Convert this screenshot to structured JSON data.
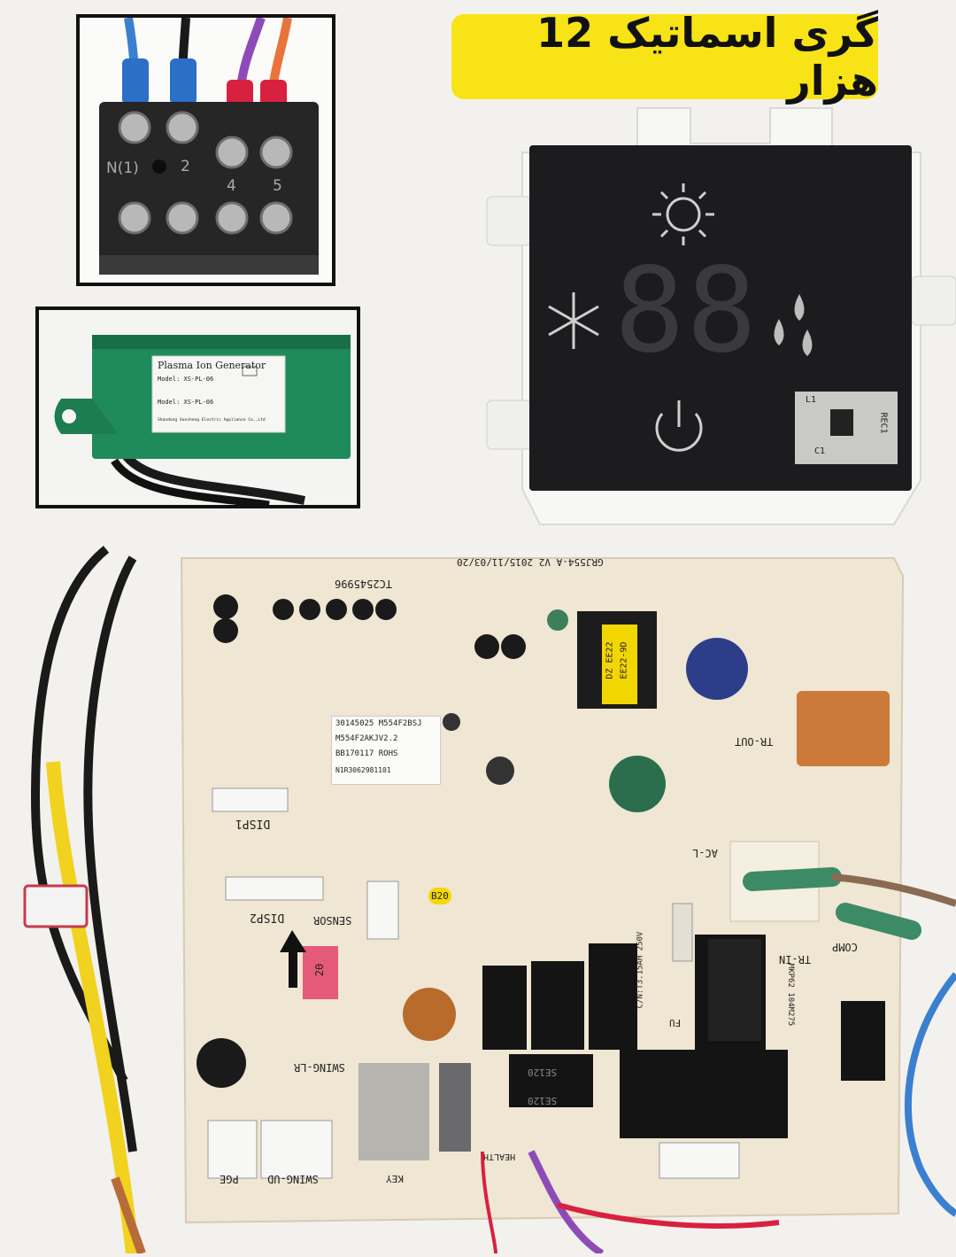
{
  "title": "گری اسماتیک 12 هزار",
  "terminal_block": {
    "labels": [
      "N(1)",
      "2",
      "4",
      "5"
    ]
  },
  "plasma_generator": {
    "title": "Plasma Ion Generator",
    "model_1": "Model: XS-PL-06",
    "model_2": "Model: XS-PL-06",
    "maker": "Shandong Xuesheng Electric Appliance Co.,Ltd"
  },
  "display_board": {
    "digits": "88",
    "receiver_labels": [
      "L1",
      "C1",
      "REC1"
    ]
  },
  "pcb": {
    "board_id": "GRJ554-A V2 2015/11/03/20",
    "sticker_line_1": "30145025 M554F2BSJ",
    "sticker_line_2": "M554F2AKJV2.2",
    "sticker_line_3": "BB170117 ROHS",
    "sticker_line_4": "N1R3062981101",
    "code_top": "TC2545996",
    "labels": {
      "disp1": "DISP1",
      "disp2": "DISP2",
      "sensor": "SENSOR",
      "swing_lr": "SWING-LR",
      "swing_ud": "SWING-UD",
      "pge": "PGE",
      "key": "KEY",
      "comp": "COMP",
      "ac_l": "AC-L",
      "tr_out": "TR-OUT",
      "tr_in": "TR-IN",
      "fu": "FU",
      "health": "HEALTH",
      "b20": "B20",
      "fuse": "C/N:T3.15AH 250V",
      "transformer_1": "DZ EE22",
      "transformer_2": "EE22-9D",
      "cap_x2": "MKP62 104M275",
      "relay_1": "SE120",
      "relay_2": "SE120",
      "connector_20": "20"
    }
  }
}
